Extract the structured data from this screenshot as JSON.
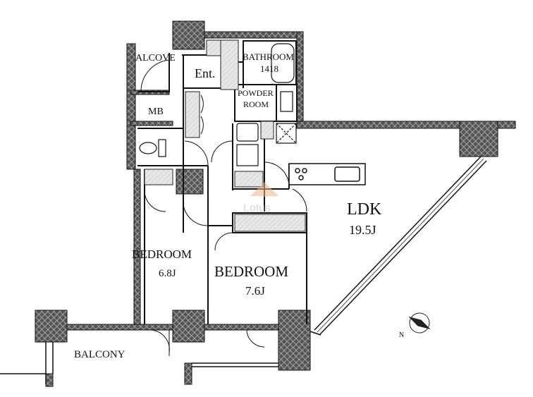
{
  "rooms": {
    "alcove": "ALCOVE",
    "entrance": "Ent.",
    "mb": "MB",
    "bathroom": "BATHROOM",
    "bath_size": "1418",
    "powder_room_1": "POWDER",
    "powder_room_2": "ROOM",
    "ldk": "LDK",
    "ldk_size": "19.5J",
    "bedroom1": "BEDROOM",
    "bedroom1_size": "6.8J",
    "bedroom2": "BEDROOM",
    "bedroom2_size": "7.6J",
    "balcony": "BALCONY"
  },
  "compass": {
    "label": "N"
  },
  "watermark": {
    "text": "Lotus"
  },
  "colors": {
    "wall": "#333333",
    "watermark": "#f0b48a",
    "storage": "#d8d8d8"
  }
}
